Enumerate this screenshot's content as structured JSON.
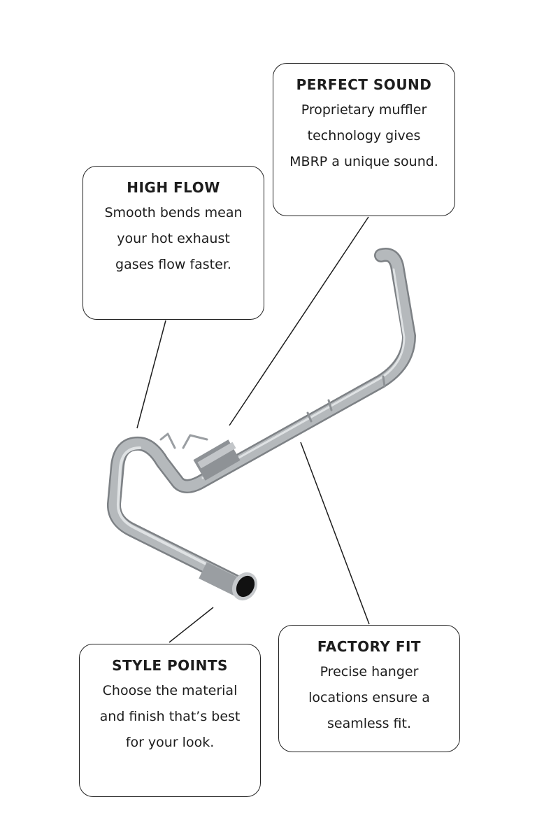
{
  "callouts": {
    "perfect_sound": {
      "title": "PERFECT SOUND",
      "text": "Proprietary muffler technology gives MBRP a unique sound."
    },
    "high_flow": {
      "title": "HIGH FLOW",
      "text": "Smooth bends mean your hot exhaust gases flow faster."
    },
    "style_points": {
      "title": "STYLE POINTS",
      "text": "Choose the material and finish that’s best for your look."
    },
    "factory_fit": {
      "title": "FACTORY FIT",
      "text": "Precise hanger locations ensure a seamless fit."
    }
  },
  "colors": {
    "pipe": "#a9adb1",
    "pipe_highlight": "#d9dcde",
    "pipe_shadow": "#7d8185",
    "line": "#1d1d1d"
  }
}
